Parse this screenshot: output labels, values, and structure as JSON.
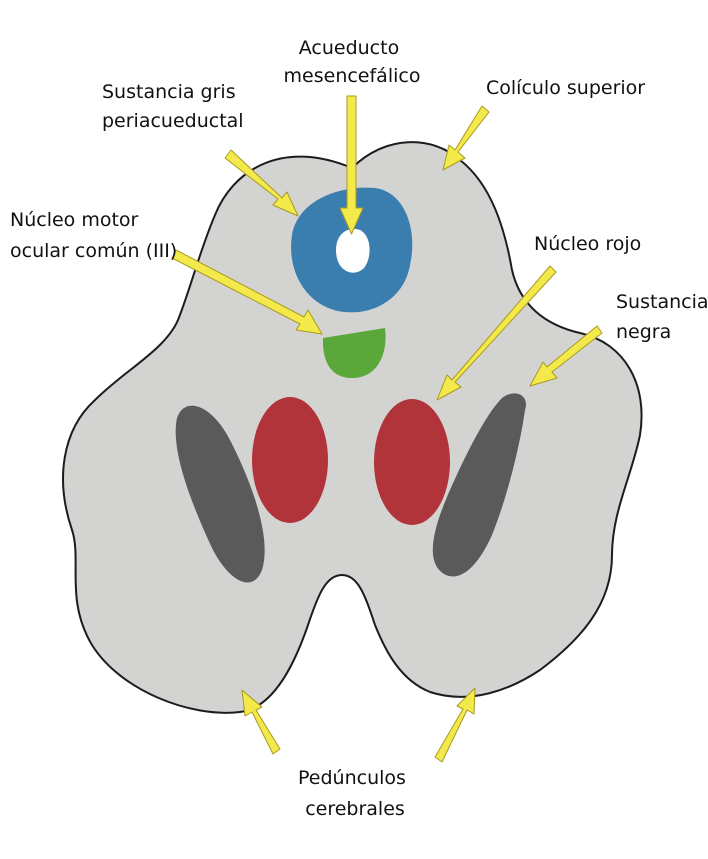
{
  "colors": {
    "background": "#ffffff",
    "midbrain_fill": "#d3d4d1",
    "midbrain_stroke": "#1c1c1c",
    "periaqueductal_gray": "#3a7eb0",
    "aqueduct": "#ffffff",
    "oculomotor_nucleus": "#5aa83a",
    "red_nucleus": "#b0343a",
    "substantia_nigra": "#5a5a5a",
    "arrow_fill": "#f4e94a",
    "arrow_stroke": "#a89a20"
  },
  "labels": {
    "acueducto": [
      "Acueducto",
      "mesencefálico"
    ],
    "sustancia_gris": [
      "Sustancia gris",
      "periacueductal"
    ],
    "coliculo": [
      "Colículo superior"
    ],
    "nucleo_motor": [
      "Núcleo motor",
      "ocular común (III)"
    ],
    "nucleo_rojo": [
      "Núcleo rojo"
    ],
    "sustancia_negra": [
      "Sustancia",
      "negra"
    ],
    "pedunculos": [
      "Pedúnculos",
      "cerebrales"
    ]
  }
}
